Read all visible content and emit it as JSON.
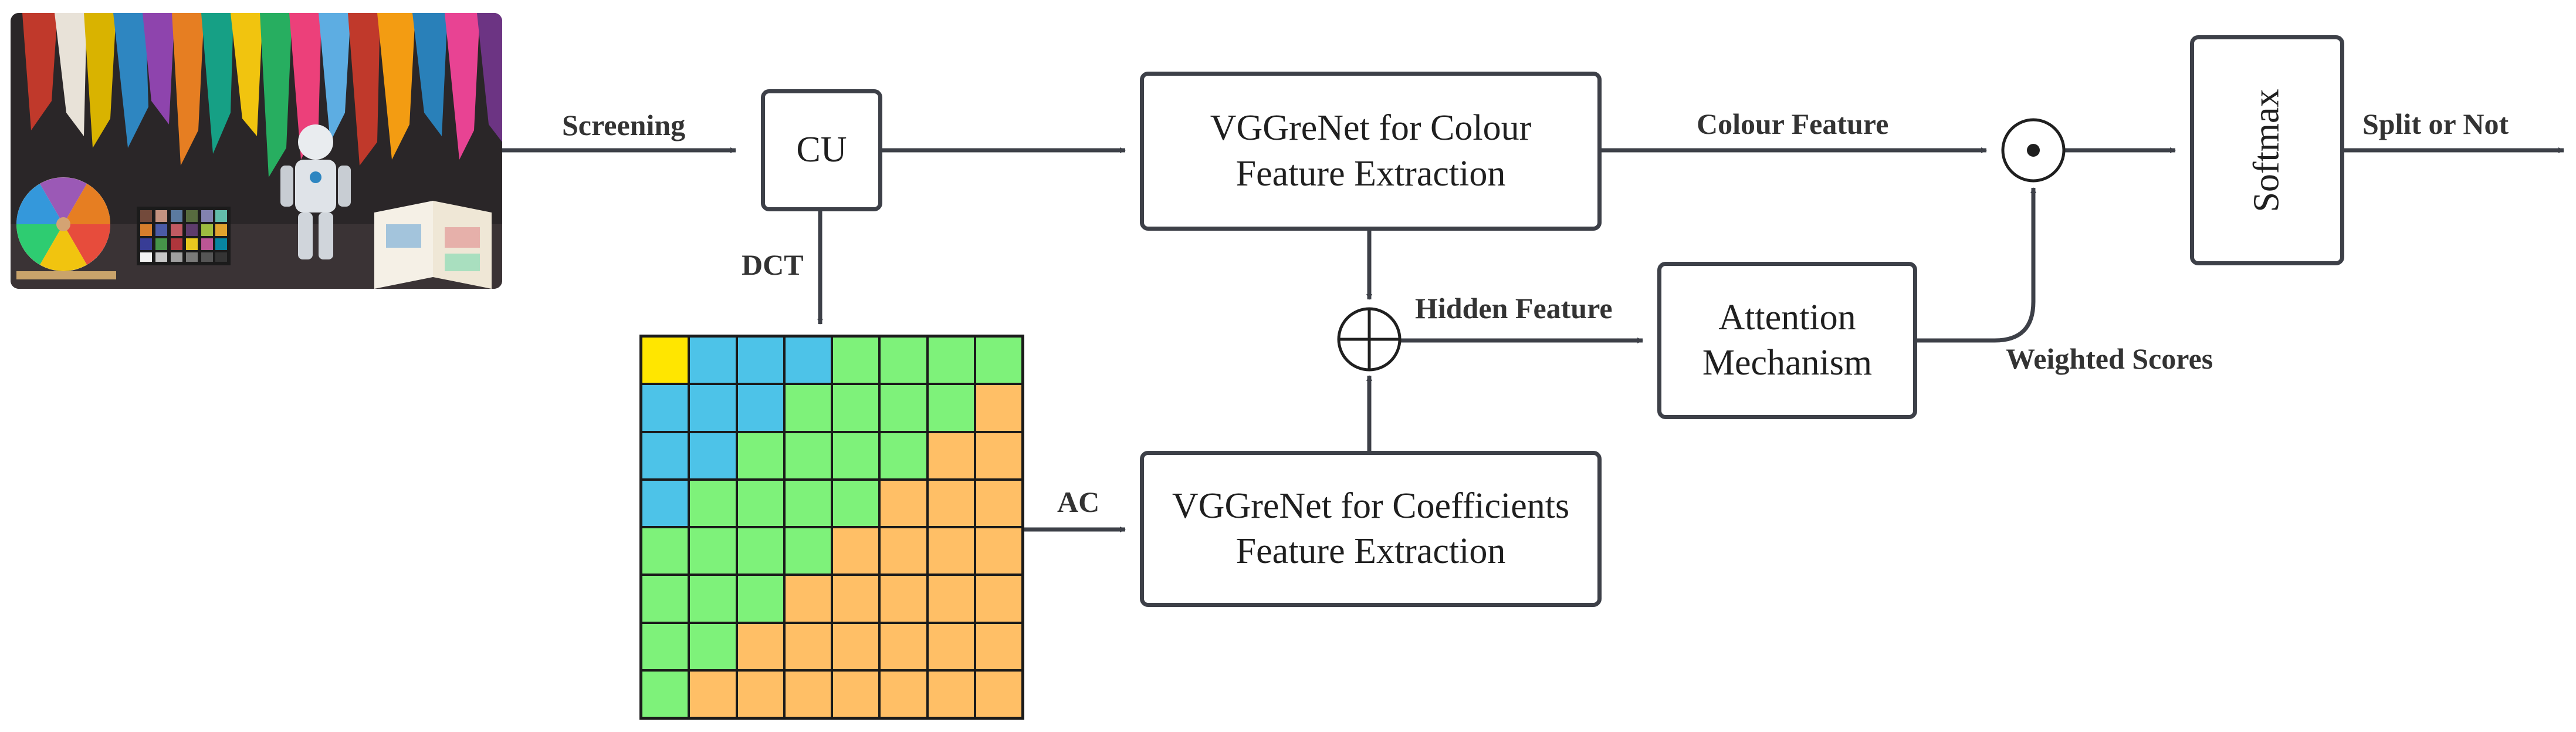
{
  "nodes": {
    "cu": "CU",
    "colour_extractor": "VGGreNet for Colour\nFeature Extraction",
    "coeff_extractor": "VGGreNet for Coefficients\nFeature Extraction",
    "attention": "Attention\nMechanism",
    "softmax": "Softmax"
  },
  "edge_labels": {
    "screening": "Screening",
    "dct": "DCT",
    "ac": "AC",
    "colour_feature": "Colour Feature",
    "hidden_feature": "Hidden Feature",
    "weighted_scores": "Weighted Scores",
    "split_or_not": "Split or Not"
  },
  "operators": {
    "sum": "⊕",
    "product": "⊙"
  },
  "dct_grid": {
    "size": 8,
    "colors": {
      "Y": "#ffe600",
      "B": "#4dc3e8",
      "G": "#7ef27a",
      "O": "#ffbf66"
    },
    "rows": [
      "YBBBGGGG",
      "BBBGGGGO",
      "BBGGGGOO",
      "BGGGGOOO",
      "GGGGOOOO",
      "GGGOOOOO",
      "GGOOOOOO",
      "GOOOOOOO"
    ]
  },
  "input_image": "video-frame-thumbnail",
  "line_color": "#3d4048"
}
